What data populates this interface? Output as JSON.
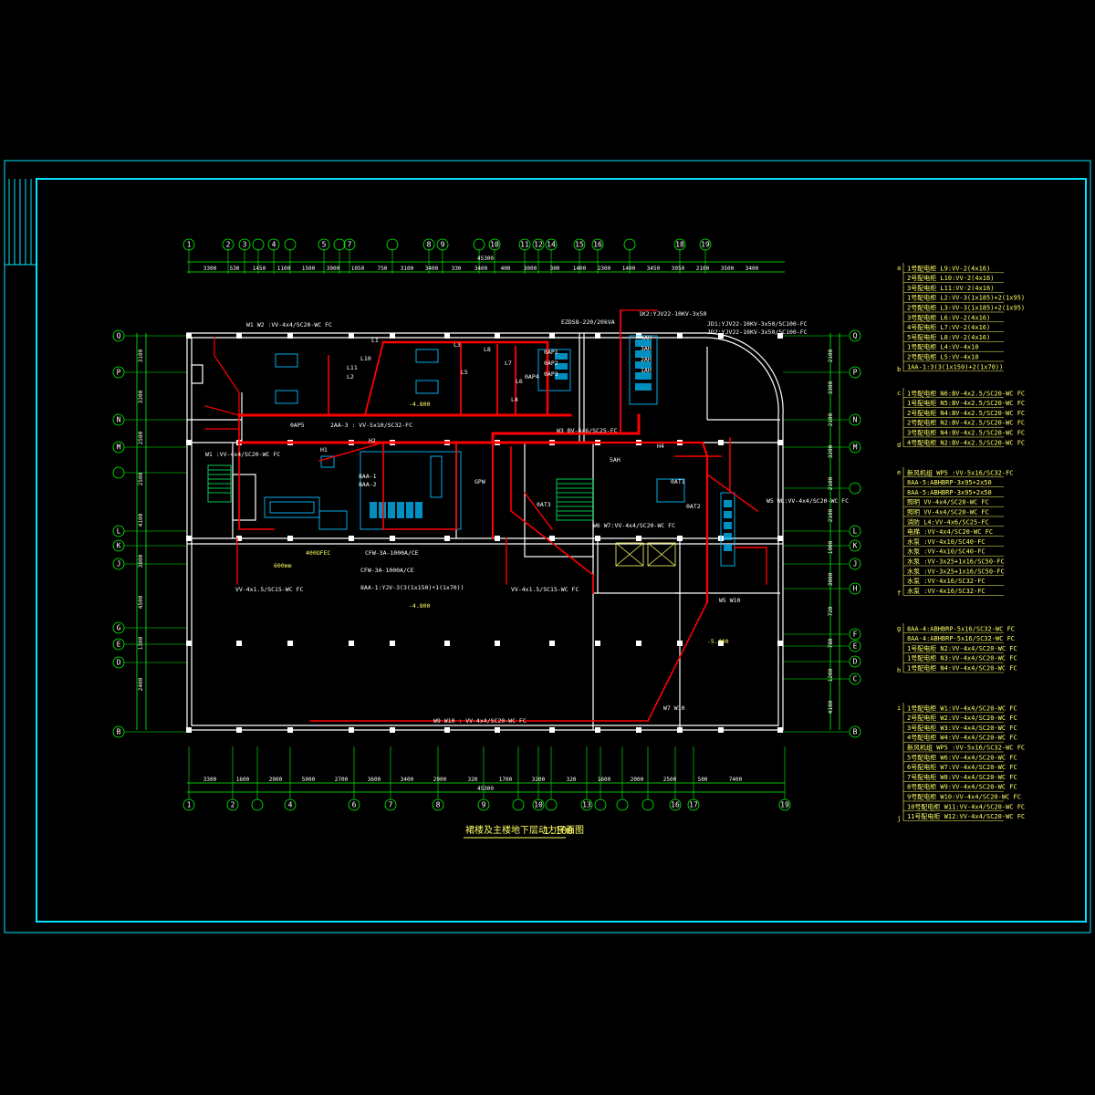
{
  "drawing": {
    "title": "裙楼及主楼地下层动力平面图",
    "scale": "1:100",
    "overall_dim_top": "45300",
    "overall_dim_bottom": "45300"
  },
  "grid_axes": {
    "top": [
      "1",
      "2",
      "3",
      "",
      "4",
      "",
      "5",
      "",
      "7",
      "",
      "8",
      "9",
      "",
      "10",
      "11",
      "12",
      "14",
      "15",
      "16",
      "",
      "18",
      "19"
    ],
    "bottom": [
      "1",
      "2",
      "",
      "4",
      "6",
      "7",
      "8",
      "9",
      "",
      "10",
      "",
      "13",
      "",
      "",
      "",
      "16",
      "17",
      "19"
    ],
    "left": [
      "Q",
      "P",
      "N",
      "M",
      "",
      "L",
      "K",
      "J",
      "G",
      "E",
      "D",
      "B"
    ],
    "right": [
      "Q",
      "P",
      "N",
      "M",
      "",
      "L",
      "K",
      "J",
      "H",
      "F",
      "E",
      "D",
      "C",
      "B"
    ]
  },
  "dims_top": [
    "3300",
    "530",
    "1450",
    "1100",
    "1500",
    "3900",
    "1050",
    "750",
    "3100",
    "3400",
    "330",
    "3400",
    "400",
    "3000",
    "300",
    "1400",
    "2300",
    "1400",
    "3450",
    "3950",
    "2100",
    "3500",
    "3400"
  ],
  "dims_bottom": [
    "3300",
    "1600",
    "2900",
    "5000",
    "2700",
    "3600",
    "3400",
    "2900",
    "320",
    "1700",
    "3200",
    "320",
    "1600",
    "2000",
    "2500",
    "500",
    "7400"
  ],
  "dims_left": [
    "3100",
    "3300",
    "2500",
    "2500",
    "4100",
    "3800",
    "4500",
    "1300",
    "2400"
  ],
  "dims_right": [
    "2100",
    "3300",
    "2100",
    "3200",
    "2100",
    "2100",
    "1900",
    "3000",
    "720",
    "780",
    "1200",
    "4100"
  ],
  "levels": [
    "-4.800",
    "-4.800",
    "-5.400"
  ],
  "callouts": {
    "top_cable": "1K2:YJV22-10KV-3x50",
    "eps": "EZDS8-220/20kVA",
    "jd": [
      "JD1:YJV22-10KV-3x50/SC100-FC",
      "JD2:YJV22-10KV-3x50/SC100-FC"
    ],
    "w1": "W1 W2 :VV-4x4/SC20-WC FC",
    "w1b": "W1 :VV-4x4/SC20-WC FC",
    "aa3": "2AA-3 : VV-5x10/SC32-FC",
    "w3": "W3 BV-6x6/SC25-FC",
    "w5": "W5 WL:VV-4x4/SC20-WC FC",
    "w6": "W6 W7:VV-4x4/SC20-WC FC",
    "w9": "W9 W10 : VV-4x4/SC20-WC FC",
    "cfw1": "CFW-3A-1000A/CE",
    "cfw2": "CFW-3A-1000A/CE",
    "aa1": "8AA-1:YJV-3(3(1x150)+1(1x70))",
    "vv15a": "VV-4x1.5/SC15-WC FC",
    "vv15b": "VV-4x1.5/SC15-WC FC",
    "w5n": "W5 W10",
    "w7": "W7 W10",
    "pipe": "400OFEC",
    "width": "600mm"
  },
  "room_tags": [
    "L1",
    "L2",
    "L3",
    "L4",
    "L5",
    "L6",
    "L7",
    "L8",
    "L10",
    "L11",
    "0AP1",
    "0AP2",
    "0AP3",
    "0AP4",
    "0AP5",
    "0AT1",
    "0AT2",
    "0AT3",
    "H1",
    "H2",
    "H4",
    "5AH",
    "4AH",
    "3AH",
    "2AH",
    "1AH",
    "8AA-1",
    "8AA-2",
    "GPW"
  ],
  "legend": {
    "section_a": [
      "1号配电柜 L9:VV-2(4x16)",
      "2号配电柜 L10:VV-2(4x16)",
      "3号配电柜 L11:VV-2(4x16)",
      "1号配电柜 L2:VV-3(1x185)+2(1x95)",
      "2号配电柜 L3:VV-3(1x185)+2(1x95)",
      "3号配电柜 L6:VV-2(4x16)",
      "4号配电柜 L7:VV-2(4x16)",
      "5号配电柜 L8:VV-2(4x16)",
      "1号配电柜 L4:VV-4x10",
      "2号配电柜 L5:VV-4x10",
      "1AA-1:3(3(1x150)+2(1x70))"
    ],
    "section_c": [
      "1号配电柜 N6:BV-4x2.5/SC20-WC FC",
      "1号配电柜 N5:BV-4x2.5/SC20-WC FC",
      "2号配电柜 N4:BV-4x2.5/SC20-WC FC",
      "2号配电柜 N2:BV-4x2.5/SC20-WC FC",
      "3号配电柜 N4:BV-4x2.5/SC20-WC FC",
      "4号配电柜 N2:BV-4x2.5/SC20-WC FC"
    ],
    "section_e": [
      "新风机组 WP5 :VV-5x16/SC32-FC",
      "8AA-5:ABHBRP-3x95+2x50",
      "8AA-5:ABHBRP-3x95+2x50",
      "照明 VV-4x4/SC20-WC FC",
      "照明 VV-4x4/SC20-WC FC",
      "消防 L4:VV-4x6/SC25-FC",
      "电梯 :VV-4x4/SC20-WC FC",
      "水泵 :VV-4x10/SC40-FC",
      "水泵 :VV-4x10/SC40-FC",
      "水泵 :VV-3x25+1x16/SC50-FC",
      "水泵 :VV-3x25+1x16/SC50-FC",
      "水泵 :VV-4x16/SC32-FC",
      "水泵 :VV-4x16/SC32-FC"
    ],
    "section_g": [
      "8AA-4:ABHBRP-5x16/SC32-WC FC",
      "8AA-4:ABHBRP-5x16/SC32-WC FC",
      "1号配电柜 N2:VV-4x4/SC20-WC FC",
      "1号配电柜 N3:VV-4x4/SC20-WC FC",
      "1号配电柜 N4:VV-4x4/SC20-WC FC"
    ],
    "section_i": [
      "1号配电柜 W1:VV-4x4/SC20-WC FC",
      "2号配电柜 W2:VV-4x4/SC20-WC FC",
      "3号配电柜 W3:VV-4x4/SC20-WC FC",
      "4号配电柜 W4:VV-4x4/SC20-WC FC",
      "新风机组 WP5 :VV-5x16/SC32-WC FC",
      "5号配电柜 W6:VV-4x4/SC20-WC FC",
      "6号配电柜 W7:VV-4x4/SC20-WC FC",
      "7号配电柜 W8:VV-4x4/SC20-WC FC",
      "8号配电柜 W9:VV-4x4/SC20-WC FC",
      "9号配电柜 W10:VV-4x4/SC20-WC FC",
      "10号配电柜 W11:VV-4x4/SC20-WC FC",
      "11号配电柜 W12:VV-4x4/SC20-WC FC"
    ],
    "markers": [
      "a",
      "b",
      "c",
      "d",
      "e",
      "f",
      "g",
      "h",
      "i",
      "j"
    ]
  },
  "colors": {
    "frame": "#00e5ff",
    "wall": "#ffffff",
    "grid": "#00ff00",
    "wire": "#ff0000",
    "text": "#ffff66",
    "equipment": "#00bfff",
    "stair": "#00ff66"
  }
}
